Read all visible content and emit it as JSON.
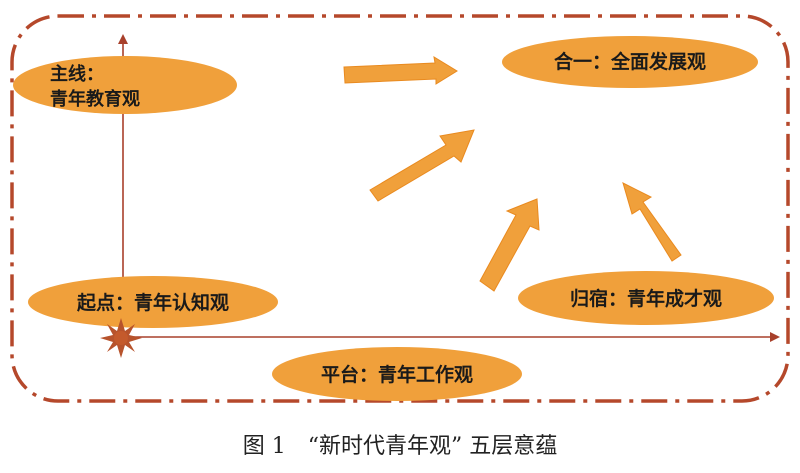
{
  "colors": {
    "frame": "#b5482b",
    "ellipse_fill": "#f0a03b",
    "arrow_fill": "#f0a03b",
    "arrow_stroke": "#e98a1f",
    "axis": "#a8402b",
    "origin_star": "#b7532c",
    "text": "#1a1a1a"
  },
  "nodes": {
    "main_line": {
      "line1": "主线：",
      "line2": "青年教育观"
    },
    "start_point": "起点：青年认知观",
    "platform": "平台：青年工作观",
    "destination": "归宿：青年成才观",
    "unity": "合一：全面发展观"
  },
  "caption": "图 1　“新时代青年观” 五层意蕴"
}
